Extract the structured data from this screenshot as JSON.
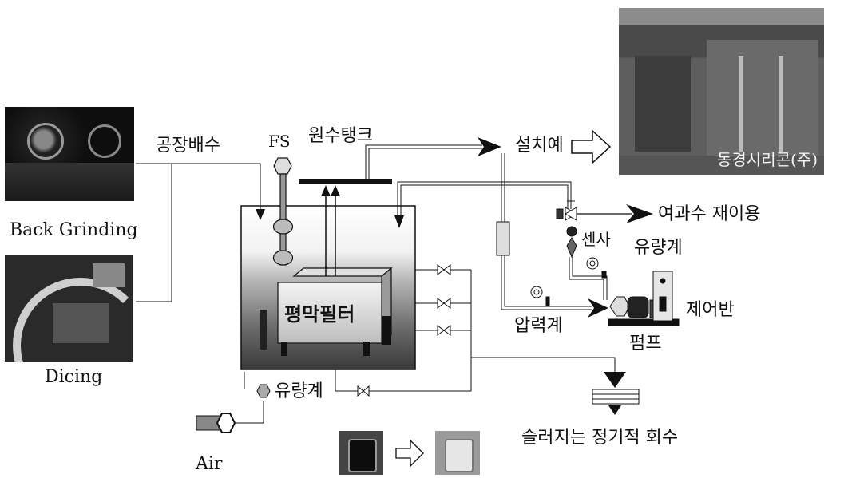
{
  "labels": {
    "back_grinding": "Back Grinding",
    "dicing": "Dicing",
    "air": "Air",
    "factory_wastewater": "공장배수",
    "fs": "FS",
    "raw_water_tank": "원수탱크",
    "installation_example": "설치예",
    "installation_caption": "동경시리콘(주)",
    "filtrate_reuse": "여과수 재이용",
    "sensor": "센사",
    "flowmeter_right": "유량계",
    "control_panel": "제어반",
    "pump": "펌프",
    "pressure_gauge": "압력계",
    "flat_membrane_filter": "평막필터",
    "flowmeter_left": "유량계",
    "sludge_collection": "슬러지는 정기적 회수"
  },
  "colors": {
    "line": "#111111",
    "tank_top": "#ffffff",
    "tank_bottom": "#3a3a3a",
    "photo_dark": "#1c1c1c",
    "photo_gray": "#6e6e6e"
  }
}
